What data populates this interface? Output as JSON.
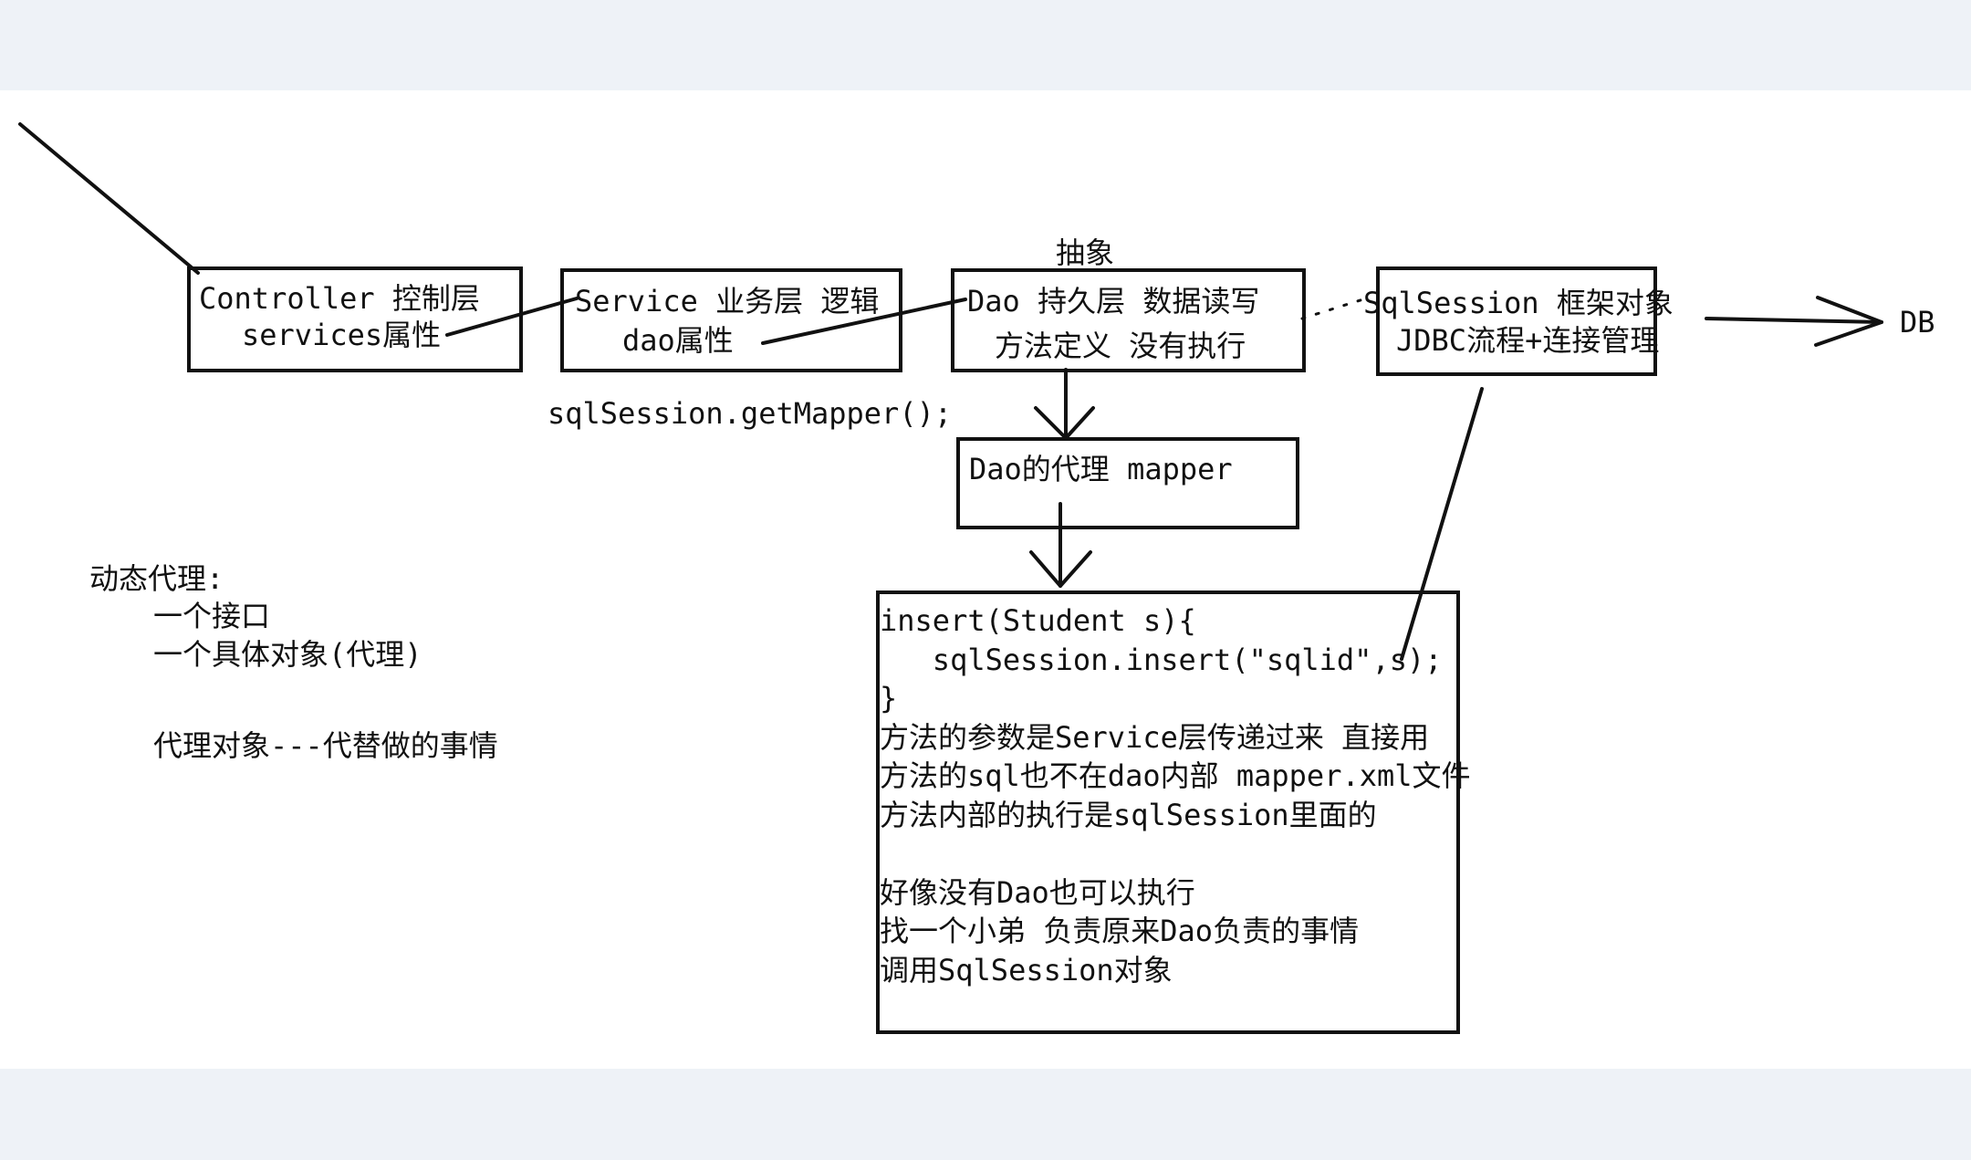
{
  "diagram": {
    "label_abstract": "抽象",
    "controller": {
      "line1": "Controller 控制层",
      "line2": "services属性"
    },
    "service": {
      "line1": "Service 业务层 逻辑",
      "line2": "dao属性"
    },
    "dao": {
      "line1": "Dao 持久层 数据读写",
      "line2": "方法定义 没有执行"
    },
    "sqlsession": {
      "line1": "SqlSession 框架对象",
      "line2": "JDBC流程+连接管理"
    },
    "db_label": "DB",
    "get_mapper": "sqlSession.getMapper();",
    "proxy": {
      "label": "Dao的代理 mapper"
    },
    "impl": {
      "lines": [
        "insert(Student s){",
        "   sqlSession.insert(\"sqlid\",s);",
        "}",
        "方法的参数是Service层传递过来 直接用",
        "方法的sql也不在dao内部 mapper.xml文件",
        "方法内部的执行是sqlSession里面的",
        "",
        "好像没有Dao也可以执行",
        "找一个小弟 负责原来Dao负责的事情",
        "调用SqlSession对象"
      ]
    },
    "notes": {
      "title": "动态代理:",
      "item1": "一个接口",
      "item2": "一个具体对象(代理)",
      "item3": "代理对象---代替做的事情"
    }
  }
}
